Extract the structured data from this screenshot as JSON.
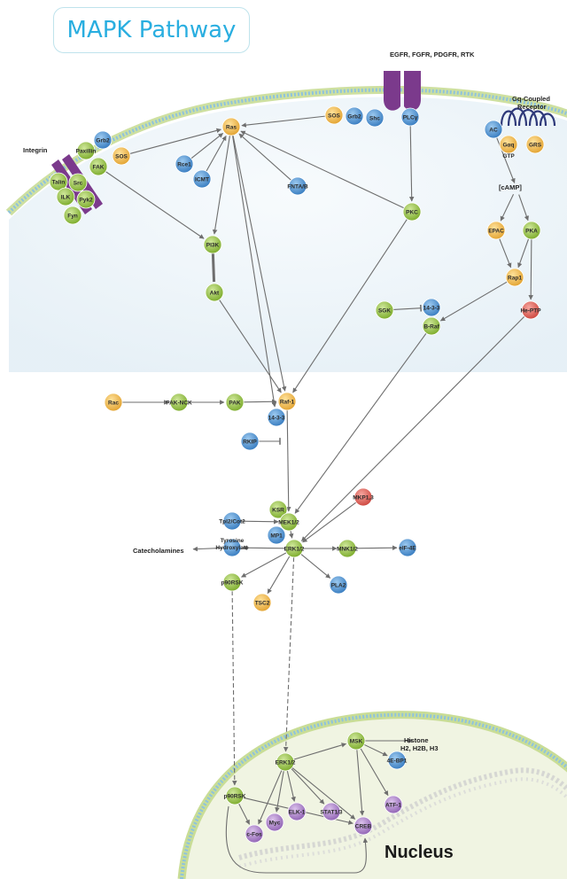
{
  "title": "MAPK Pathway",
  "colors": {
    "green": "#9cc94a",
    "blue": "#5a9fd8",
    "orange": "#f5c25a",
    "red": "#e8675f",
    "purple": "#b58ad0",
    "membrane": "#bfdde8",
    "edge": "#6e6e6e",
    "receptor": "#7b3a8c",
    "title": "#29aee0"
  },
  "labels": {
    "receptors": "EGFR, FGFR, PDGFR, RTK",
    "gpcr_line1": "Gq-Coupled",
    "gpcr_line2": "Receptor",
    "integrin": "Integrin",
    "nucleus": "Nucleus",
    "catecholamines": "Catecholamines",
    "gtp": "GTP",
    "histone_line1": "Histone",
    "histone_line2": "H2, H2B, H3",
    "tyrosine_line1": "Tyrosine",
    "tyrosine_line2": "Hydroxylate",
    "camp": "[cAMP]"
  },
  "nodes": [
    {
      "id": "ras",
      "label": "Ras",
      "color": "orange"
    },
    {
      "id": "sos",
      "label": "SOS",
      "color": "orange"
    },
    {
      "id": "grb2",
      "label": "Grb2",
      "color": "blue"
    },
    {
      "id": "shc",
      "label": "Shc",
      "color": "blue"
    },
    {
      "id": "plcg",
      "label": "PLCγ",
      "color": "blue"
    },
    {
      "id": "ac",
      "label": "AC",
      "color": "blue"
    },
    {
      "id": "gaq",
      "label": "Gαq",
      "color": "orange"
    },
    {
      "id": "grs",
      "label": "GRS",
      "color": "orange"
    },
    {
      "id": "sos2",
      "label": "SOS",
      "color": "orange"
    },
    {
      "id": "grb2b",
      "label": "Grb2",
      "color": "blue"
    },
    {
      "id": "paxillin",
      "label": "Paxillin",
      "color": "green"
    },
    {
      "id": "fak",
      "label": "FAK",
      "color": "green"
    },
    {
      "id": "talin",
      "label": "Talin",
      "color": "green"
    },
    {
      "id": "ilk",
      "label": "ILK",
      "color": "green"
    },
    {
      "id": "src",
      "label": "Src",
      "color": "green"
    },
    {
      "id": "pyk2",
      "label": "Pyk2",
      "color": "green"
    },
    {
      "id": "fyn",
      "label": "Fyn",
      "color": "green"
    },
    {
      "id": "rce1",
      "label": "Rce1",
      "color": "blue"
    },
    {
      "id": "icmt",
      "label": "ICMT",
      "color": "blue"
    },
    {
      "id": "fnta",
      "label": "FNTA/B",
      "color": "blue"
    },
    {
      "id": "pkc",
      "label": "PKC",
      "color": "green"
    },
    {
      "id": "epac",
      "label": "EPAC",
      "color": "orange"
    },
    {
      "id": "pka",
      "label": "PKA",
      "color": "green"
    },
    {
      "id": "rap1",
      "label": "Rap1",
      "color": "orange"
    },
    {
      "id": "heptp",
      "label": "He-PTP",
      "color": "red"
    },
    {
      "id": "pi3k",
      "label": "PI3K",
      "color": "green"
    },
    {
      "id": "akt",
      "label": "Akt",
      "color": "green"
    },
    {
      "id": "sgk",
      "label": "SGK",
      "color": "green"
    },
    {
      "id": "p1433a",
      "label": "14-3-3",
      "color": "blue"
    },
    {
      "id": "braf",
      "label": "B-Raf",
      "color": "green"
    },
    {
      "id": "rac",
      "label": "Rac",
      "color": "orange"
    },
    {
      "id": "paknck",
      "label": "PAK-NCK",
      "color": "green"
    },
    {
      "id": "pak",
      "label": "PAK",
      "color": "green"
    },
    {
      "id": "raf1",
      "label": "Raf-1",
      "color": "orange"
    },
    {
      "id": "p1433b",
      "label": "14-3-3",
      "color": "blue"
    },
    {
      "id": "rkip",
      "label": "RKIP",
      "color": "blue"
    },
    {
      "id": "ksr",
      "label": "KSR",
      "color": "green"
    },
    {
      "id": "mkp13",
      "label": "MKP1,3",
      "color": "red"
    },
    {
      "id": "tpl2",
      "label": "Tpl2/Cot2",
      "color": "blue"
    },
    {
      "id": "mek12",
      "label": "MEK1/2",
      "color": "green"
    },
    {
      "id": "mp1",
      "label": "MP1",
      "color": "blue"
    },
    {
      "id": "tyrosine",
      "label": "",
      "color": "blue"
    },
    {
      "id": "erk12",
      "label": "ERK1/2",
      "color": "green"
    },
    {
      "id": "mnk12",
      "label": "MNK1/2",
      "color": "green"
    },
    {
      "id": "eif4e",
      "label": "eIF-4E",
      "color": "blue"
    },
    {
      "id": "p90rsk",
      "label": "p90RSK",
      "color": "green"
    },
    {
      "id": "tsc2",
      "label": "TSC2",
      "color": "orange"
    },
    {
      "id": "pla2",
      "label": "PLA2",
      "color": "blue"
    },
    {
      "id": "msk",
      "label": "MSK",
      "color": "green"
    },
    {
      "id": "ebp1",
      "label": "4E-BP1",
      "color": "blue"
    },
    {
      "id": "erk12n",
      "label": "ERK1/2",
      "color": "green"
    },
    {
      "id": "p90rskn",
      "label": "p90RSK",
      "color": "green"
    },
    {
      "id": "cfos",
      "label": "c-Fos",
      "color": "purple"
    },
    {
      "id": "myc",
      "label": "Myc",
      "color": "purple"
    },
    {
      "id": "elk1",
      "label": "ELK-1",
      "color": "purple"
    },
    {
      "id": "stat13",
      "label": "STAT1/3",
      "color": "purple"
    },
    {
      "id": "creb",
      "label": "CREB",
      "color": "purple"
    },
    {
      "id": "atf1",
      "label": "ATF-1",
      "color": "purple"
    }
  ],
  "edges": [
    {
      "from": "sos",
      "to": "ras",
      "type": "arrow"
    },
    {
      "from": "sos2",
      "to": "ras",
      "type": "arrow"
    },
    {
      "from": "rce1",
      "to": "ras",
      "type": "arrow"
    },
    {
      "from": "icmt",
      "to": "ras",
      "type": "arrow"
    },
    {
      "from": "fnta",
      "to": "ras",
      "type": "arrow"
    },
    {
      "from": "pkc",
      "to": "ras",
      "type": "arrow"
    },
    {
      "from": "plcg",
      "to": "pkc",
      "type": "arrow"
    },
    {
      "from": "ras",
      "to": "pi3k",
      "type": "arrow"
    },
    {
      "from": "ras",
      "to": "raf1",
      "type": "arrow"
    },
    {
      "from": "ras",
      "to": "p1433b",
      "type": "arrow"
    },
    {
      "from": "fak",
      "to": "pi3k",
      "type": "arrow"
    },
    {
      "from": "pi3k",
      "to": "akt",
      "type": "line"
    },
    {
      "from": "akt",
      "to": "raf1",
      "type": "arrow"
    },
    {
      "from": "pkc",
      "to": "raf1",
      "type": "arrow"
    },
    {
      "from": "ac",
      "to": "camp",
      "type": "arrow"
    },
    {
      "from": "camp",
      "to": "epac",
      "type": "arrow"
    },
    {
      "from": "camp",
      "to": "pka",
      "type": "arrow"
    },
    {
      "from": "epac",
      "to": "rap1",
      "type": "arrow"
    },
    {
      "from": "pka",
      "to": "rap1",
      "type": "arrow"
    },
    {
      "from": "pka",
      "to": "heptp",
      "type": "arrow"
    },
    {
      "from": "rap1",
      "to": "braf",
      "type": "arrow"
    },
    {
      "from": "sgk",
      "to": "p1433a",
      "type": "inhibit"
    },
    {
      "from": "rac",
      "to": "paknck",
      "type": "arrow"
    },
    {
      "from": "paknck",
      "to": "pak",
      "type": "arrow"
    },
    {
      "from": "pak",
      "to": "raf1",
      "type": "arrow"
    },
    {
      "from": "rkip",
      "to": "raf1mek",
      "type": "inhibit"
    },
    {
      "from": "raf1",
      "to": "mek12",
      "type": "arrow"
    },
    {
      "from": "braf",
      "to": "mek12",
      "type": "arrow"
    },
    {
      "from": "heptp",
      "to": "erk12",
      "type": "arrow"
    },
    {
      "from": "mkp13",
      "to": "erk12",
      "type": "arrow"
    },
    {
      "from": "tpl2",
      "to": "mek12",
      "type": "arrow"
    },
    {
      "from": "mek12",
      "to": "erk12",
      "type": "arrow"
    },
    {
      "from": "tyrosine",
      "to": "catecholamines",
      "type": "arrow"
    },
    {
      "from": "erk12",
      "to": "tyrosine",
      "type": "arrow"
    },
    {
      "from": "erk12",
      "to": "mnk12",
      "type": "arrow"
    },
    {
      "from": "mnk12",
      "to": "eif4e",
      "type": "arrow"
    },
    {
      "from": "erk12",
      "to": "p90rsk",
      "type": "arrow"
    },
    {
      "from": "erk12",
      "to": "tsc2",
      "type": "arrow"
    },
    {
      "from": "erk12",
      "to": "pla2",
      "type": "arrow"
    },
    {
      "from": "erk12",
      "to": "erk12n",
      "type": "dashed"
    },
    {
      "from": "p90rsk",
      "to": "p90rskn",
      "type": "dashed"
    },
    {
      "from": "erk12n",
      "to": "msk",
      "type": "arrow"
    },
    {
      "from": "msk",
      "to": "histone",
      "type": "arrow"
    },
    {
      "from": "msk",
      "to": "ebp1",
      "type": "arrow"
    },
    {
      "from": "msk",
      "to": "atf1",
      "type": "arrow"
    },
    {
      "from": "msk",
      "to": "creb",
      "type": "arrow"
    },
    {
      "from": "erk12n",
      "to": "cfos",
      "type": "arrow"
    },
    {
      "from": "erk12n",
      "to": "myc",
      "type": "arrow"
    },
    {
      "from": "erk12n",
      "to": "elk1",
      "type": "arrow"
    },
    {
      "from": "erk12n",
      "to": "stat13",
      "type": "arrow"
    },
    {
      "from": "erk12n",
      "to": "creb",
      "type": "arrow"
    },
    {
      "from": "p90rskn",
      "to": "cfos",
      "type": "arrow"
    },
    {
      "from": "p90rskn",
      "to": "creb",
      "type": "arrow"
    }
  ]
}
